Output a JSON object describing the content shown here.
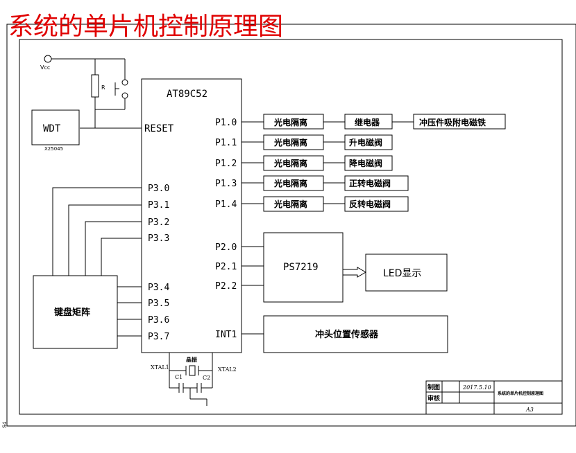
{
  "title": "系统的单片机控制原理图",
  "mcu": {
    "name": "AT89C52",
    "reset_label": "RESET",
    "left_pins": [
      "P3.0",
      "P3.1",
      "P3.2",
      "P3.3",
      "P3.4",
      "P3.5",
      "P3.6",
      "P3.7"
    ],
    "right_pins": [
      "P1.0",
      "P1.1",
      "P1.2",
      "P1.3",
      "P1.4",
      "P2.0",
      "P2.1",
      "P2.2",
      "INT1"
    ]
  },
  "power": {
    "vcc": "Vcc",
    "resistor": "R"
  },
  "wdt": {
    "label": "WDT",
    "chip": "X25045"
  },
  "outputs": [
    {
      "iso": "光电隔离",
      "device": "继电器",
      "final": "冲压件吸附电磁铁"
    },
    {
      "iso": "光电隔离",
      "device": "升电磁阀"
    },
    {
      "iso": "光电隔离",
      "device": "降电磁阀"
    },
    {
      "iso": "光电隔离",
      "device": "正转电磁阀"
    },
    {
      "iso": "光电隔离",
      "device": "反转电磁阀"
    }
  ],
  "ps7219": "PS7219",
  "led": "LED显示",
  "sensor": "冲头位置传感器",
  "keyboard": "键盘矩阵",
  "crystal": {
    "xtal1": "XTAL1",
    "xtal2": "XTAL2",
    "crystal": "晶振",
    "c1": "C1",
    "c2": "C2"
  },
  "titleblock": {
    "drawn_label": "制图",
    "date": "2017.5.10",
    "checked_label": "审核",
    "drawing_name": "系统的单片机控制原理图",
    "sheet": "A3"
  },
  "margin_mark": "S4"
}
